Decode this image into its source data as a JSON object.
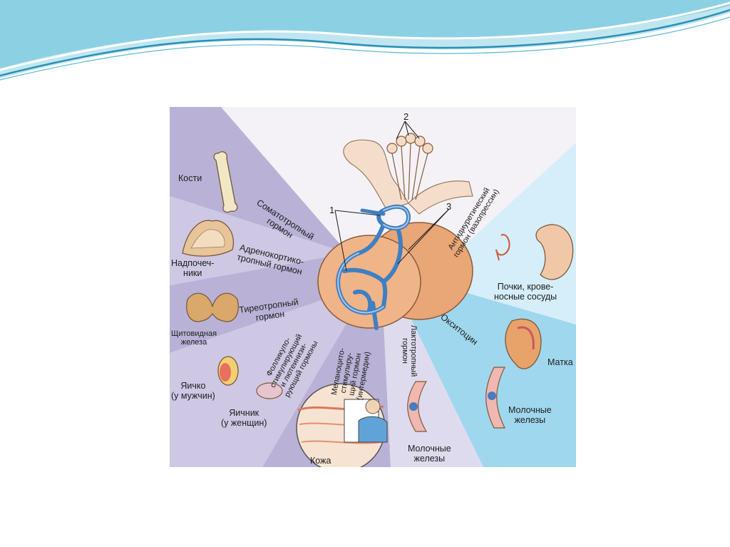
{
  "figure": {
    "numbers": {
      "n1": "1",
      "n2": "2",
      "n3": "3"
    },
    "hormones": {
      "somatotropic": "Соматотропный\nгормон",
      "adrenocorticotropic": "Адренокортико-\nтропный гормон",
      "thyrotropic": "Тиреотропный\nгормон",
      "follicle": "Фолликуло-\nстимулирующий\nи лютеинизи-\nрующий гормоны",
      "melanocyte": "Меланоцито-\nстимулиру-\nщий гормон\n(интермедин)",
      "lactotropic": "Лактотропный\nгормон",
      "oxytocin": "Окситоцин",
      "antidiuretic": "Антидиуретический\nгормон (вазопрессин)"
    },
    "targets": {
      "bones": "Кости",
      "adrenals": "Надпочеч-\nники",
      "thyroid": "Щитовидная\nжелеза",
      "testis": "Яичко\n(у мужчин)",
      "ovary": "Яичник\n(у женщин)",
      "skin": "Кожа",
      "mammary_lower": "Молочные\nжелезы",
      "mammary_right": "Молочные\nжелезы",
      "uterus": "Матка",
      "kidneys": "Почки, крове-\nносные сосуды"
    }
  }
}
